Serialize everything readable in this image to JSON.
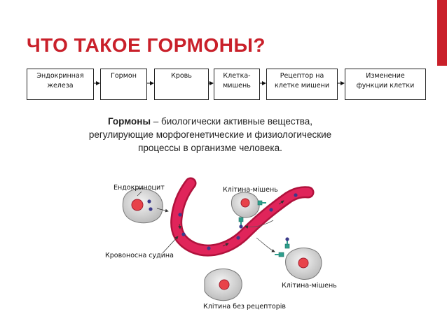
{
  "colors": {
    "title": "#c9202a",
    "accent": "#c9202a",
    "vessel": "#e0245a",
    "cell_nucleus": "#e8434a",
    "hormone": "#3b3a8a",
    "receptor": "#2e9e8c"
  },
  "title": "ЧТО ТАКОЕ ГОРМОНЫ?",
  "flow": {
    "boxes": [
      {
        "line1": "Эндокринная",
        "line2": "железа"
      },
      {
        "line1": "Гормон",
        "line2": ""
      },
      {
        "line1": "Кровь",
        "line2": ""
      },
      {
        "line1": "Клетка-",
        "line2": "мишень"
      },
      {
        "line1": "Рецептор на",
        "line2": "клетке мишени"
      },
      {
        "line1": "Изменение",
        "line2": "функции клетки"
      }
    ]
  },
  "description": {
    "term": "Гормоны",
    "text_line1": " – биологически активные вещества,",
    "text_line2": "регулирующие морфогенетические и физиологические",
    "text_line3": "процессы в организме человека."
  },
  "illustration": {
    "labels": {
      "endocrinocyte": "Ендокриноцит",
      "target_cell_top": "Клітина-мішень",
      "blood_vessel": "Кровоносна судина",
      "target_cell_right": "Клітина-мішень",
      "cell_no_receptors": "Клітина без рецепторів"
    }
  }
}
